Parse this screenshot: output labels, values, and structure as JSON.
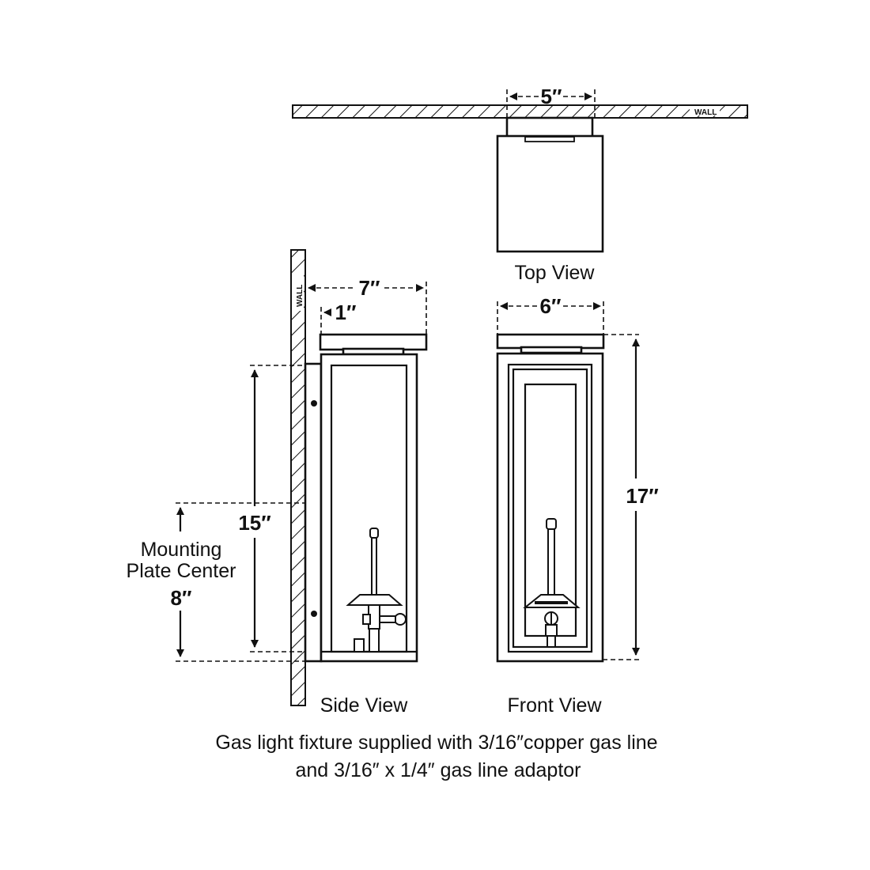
{
  "dimensions": {
    "top_width": "5″",
    "side_depth": "7″",
    "side_offset": "1″",
    "front_width": "6″",
    "front_height": "17″",
    "side_height": "15″",
    "mount_center": "8″"
  },
  "labels": {
    "wall": "WALL",
    "top_view": "Top View",
    "side_view": "Side View",
    "front_view": "Front View",
    "mounting_line1": "Mounting",
    "mounting_line2": "Plate Center"
  },
  "caption": {
    "line1": "Gas light fixture supplied with 3/16″copper gas line",
    "line2": "and 3/16″ x 1/4″ gas line adaptor"
  }
}
